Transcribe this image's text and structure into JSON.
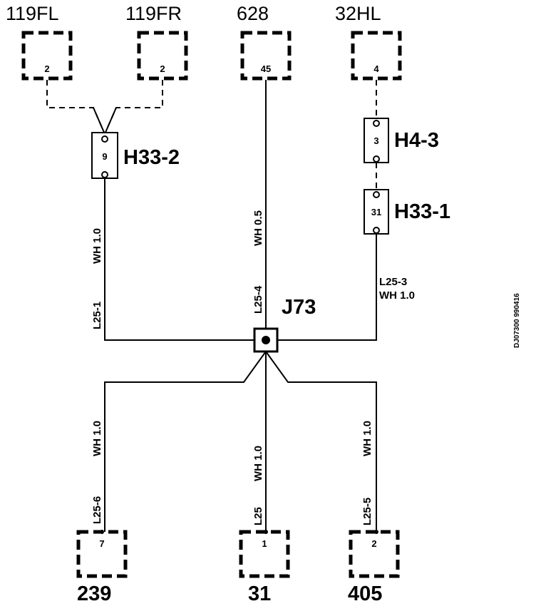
{
  "connectors_top": [
    {
      "name": "119FL",
      "pin": "2"
    },
    {
      "name": "119FR",
      "pin": "2"
    },
    {
      "name": "628",
      "pin": "45"
    },
    {
      "name": "32HL",
      "pin": "4"
    }
  ],
  "connectors_bottom": [
    {
      "name": "239",
      "pin": "7"
    },
    {
      "name": "31",
      "pin": "1"
    },
    {
      "name": "405",
      "pin": "2"
    }
  ],
  "inline_connectors": [
    {
      "name": "H33-2",
      "pin": "9"
    },
    {
      "name": "H4-3",
      "pin": "3"
    },
    {
      "name": "H33-1",
      "pin": "31"
    }
  ],
  "junction": {
    "name": "J73"
  },
  "wires": {
    "l25_1": {
      "circuit": "L25-1",
      "spec": "WH 1.0"
    },
    "l25_4": {
      "circuit": "L25-4",
      "spec": "WH 0.5"
    },
    "l25_3": {
      "circuit": "L25-3",
      "spec": "WH 1.0"
    },
    "l25_6": {
      "circuit": "L25-6",
      "spec": "WH 1.0"
    },
    "l25": {
      "circuit": "L25",
      "spec": "WH 1.0"
    },
    "l25_5": {
      "circuit": "L25-5",
      "spec": "WH 1.0"
    }
  },
  "figure_id": "DJ07300 990416"
}
